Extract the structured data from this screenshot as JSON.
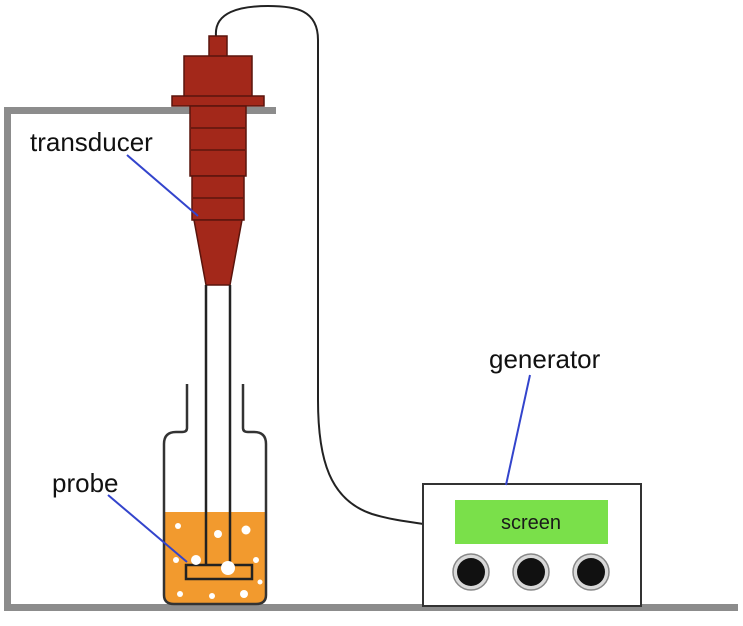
{
  "labels": {
    "transducer": "transducer",
    "probe": "probe",
    "generator": "generator",
    "screen": "screen"
  },
  "colors": {
    "frame": "#8c8c8c",
    "transducer_body": "#a3281a",
    "transducer_dark": "#6e1a10",
    "liquid": "#f29a2e",
    "screen": "#7ae04a",
    "leader_line": "#3344cc",
    "cable": "#222222",
    "knob": "#111111"
  },
  "icons": {
    "generator_knobs": "knob-icon",
    "bubbles": "bubble-icon"
  }
}
